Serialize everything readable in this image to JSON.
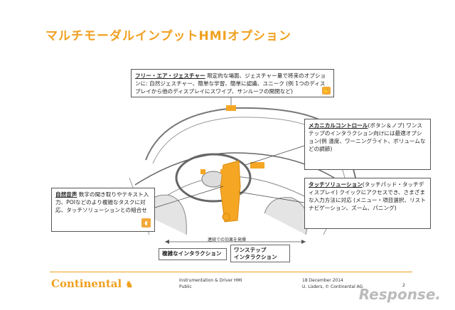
{
  "slide": {
    "title": "マルチモーダルインプットHMIオプション"
  },
  "callouts": {
    "air": {
      "head": "フリー・エア・ジェスチャー",
      "body": "限定的な場面、ジェスチャー量で将来のオプションに: 自然ジェスチャー、簡単な学習、簡単に認識、ユニーク (例 1つのディスプレイから他のディスプレイにスワイプ、サンルーフの開閉など)"
    },
    "mech": {
      "head": "メカニカルコントロール",
      "body": "(ボタン＆ノブ) ワンステップのインタラクション向けには最適オプション(例 温度、ワーニングライト、ボリュームなどの調節)"
    },
    "touch": {
      "head": "タッチソリューション",
      "body": "(タッチパッド・タッチディスプレイ) クイックにアクセスでき、さまざまな入力方法に対応 (メニュー・項目選択、リストナビゲーション、ズーム、パニング)"
    },
    "voice": {
      "head": "自然音声",
      "body": "数字の聞き取りやテキスト入力、POIなどのより複雑なタスクに対応、タッチソリューションとの組合せ"
    }
  },
  "tags": {
    "complex": "複雑なインタラクション",
    "onestep_line1": "ワンステップ",
    "onestep_line2": "インタラクション"
  },
  "diagram": {
    "range_label": "連続での効果を発揮"
  },
  "footer": {
    "logo_text": "Continental",
    "logo_mark": "♞",
    "doc_title": "Instrumentation & Driver HMI",
    "classification": "Public",
    "date": "18 December 2014",
    "author": "U. Lüders, © Continental AG",
    "page": "2"
  },
  "watermark": "Response."
}
